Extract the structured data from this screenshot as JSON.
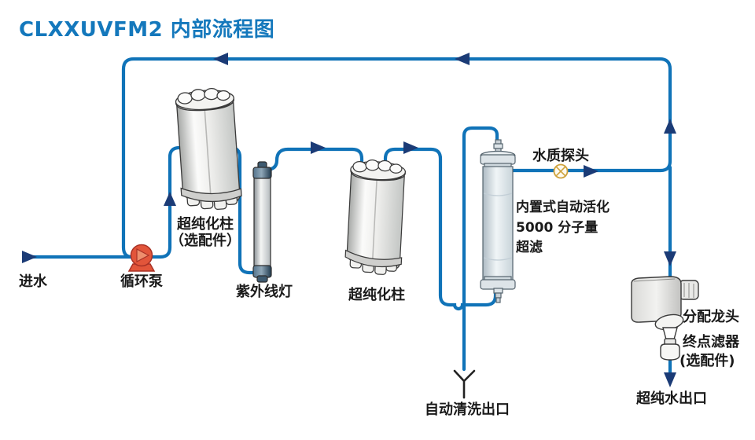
{
  "title": "CLXXUVFM2 内部流程图",
  "colors": {
    "title_blue": "#1478BC",
    "pipe_blue": "#1073B8",
    "arrow_navy": "#1B3B76",
    "pump_red": "#E2553A",
    "probe_gold": "#CEA23C",
    "label_black": "#1a1a1a"
  },
  "labels": {
    "inlet": "进水",
    "pump": "循环泵",
    "column1": {
      "line1": "超纯化柱",
      "line2": "（选配件）"
    },
    "uv_lamp": "紫外线灯",
    "column2": "超纯化柱",
    "probe": "水质探头",
    "uf": {
      "line1": "内置式自动活化",
      "line2": "5000 分子量",
      "line3": "超滤"
    },
    "tap": "分配龙头",
    "end_filter": {
      "line1": "终点滤器",
      "line2": "(选配件)"
    },
    "pure_water_outlet": "超纯水出口",
    "auto_clean_outlet": "自动清洗出口"
  }
}
